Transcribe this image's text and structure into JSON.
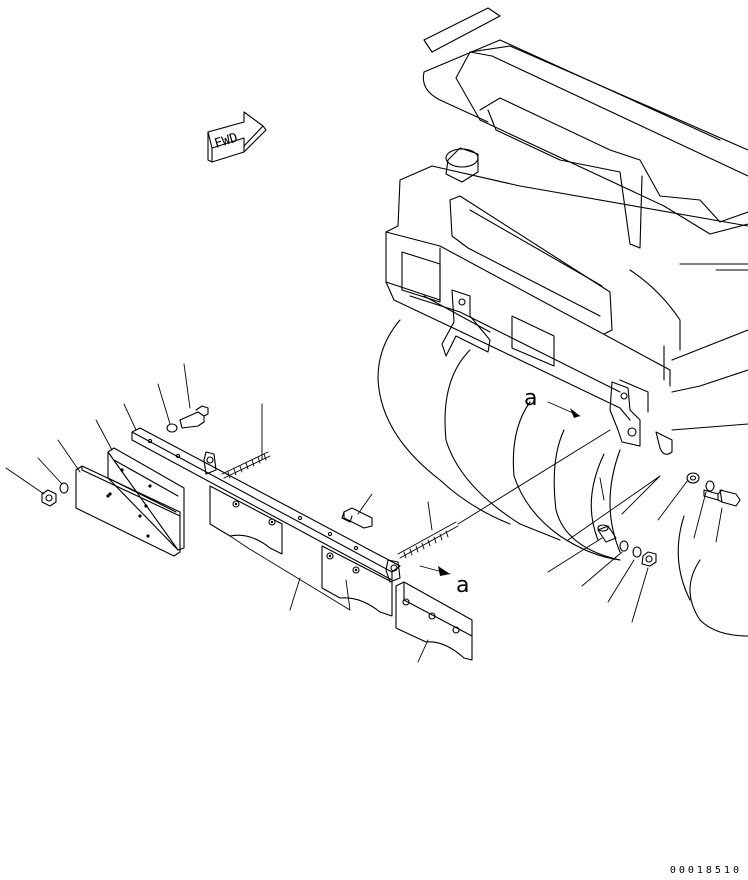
{
  "fwd_arrow": {
    "text": "FWD"
  },
  "view_labels": [
    "a",
    "a"
  ],
  "figure_number": "00018510"
}
